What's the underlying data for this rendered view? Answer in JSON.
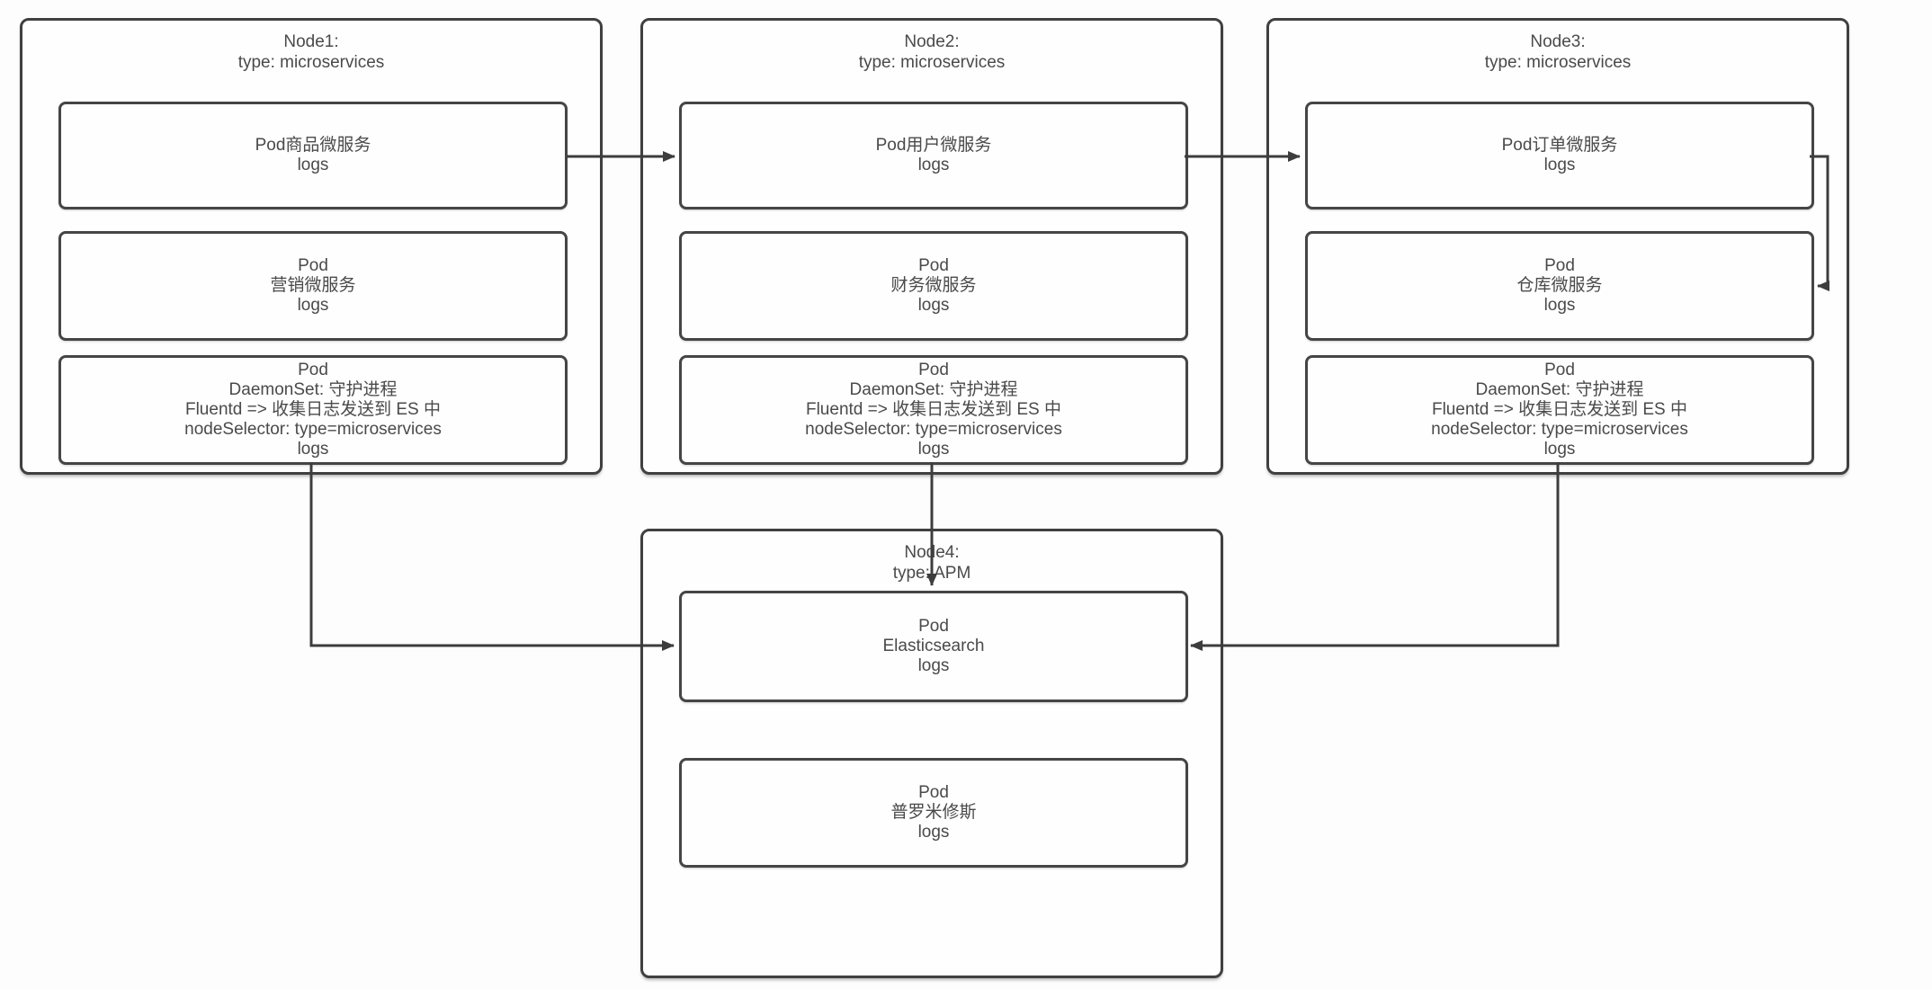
{
  "colors": {
    "line": "#3d3d3d",
    "box_border": "#404040",
    "text": "#4a4a4a",
    "background": "#fdfdfd"
  },
  "nodes": {
    "n1": {
      "title": "Node1:",
      "type_label": "type: microservices",
      "pods": [
        {
          "lines": [
            "Pod商品微服务",
            "logs"
          ]
        },
        {
          "lines": [
            "Pod",
            "营销微服务",
            "logs"
          ]
        },
        {
          "lines": [
            "Pod",
            "DaemonSet: 守护进程",
            "Fluentd => 收集日志发送到 ES 中",
            "nodeSelector: type=microservices",
            "logs"
          ]
        }
      ]
    },
    "n2": {
      "title": "Node2:",
      "type_label": "type: microservices",
      "pods": [
        {
          "lines": [
            "Pod用户微服务",
            "logs"
          ]
        },
        {
          "lines": [
            "Pod",
            "财务微服务",
            "logs"
          ]
        },
        {
          "lines": [
            "Pod",
            "DaemonSet: 守护进程",
            "Fluentd => 收集日志发送到 ES 中",
            "nodeSelector: type=microservices",
            "logs"
          ]
        }
      ]
    },
    "n3": {
      "title": "Node3:",
      "type_label": "type: microservices",
      "pods": [
        {
          "lines": [
            "Pod订单微服务",
            "logs"
          ]
        },
        {
          "lines": [
            "Pod",
            "仓库微服务",
            "logs"
          ]
        },
        {
          "lines": [
            "Pod",
            "DaemonSet: 守护进程",
            "Fluentd => 收集日志发送到 ES 中",
            "nodeSelector: type=microservices",
            "logs"
          ]
        }
      ]
    },
    "n4": {
      "title": "Node4:",
      "type_label": "type: APM",
      "pods": [
        {
          "lines": [
            "Pod",
            "Elasticsearch",
            "logs"
          ]
        },
        {
          "lines": [
            "Pod",
            "普罗米修斯",
            "logs"
          ]
        }
      ]
    }
  },
  "edges": [
    {
      "from": "node1-pod-product",
      "to": "node2-pod-user"
    },
    {
      "from": "node2-pod-user",
      "to": "node3-pod-order"
    },
    {
      "from": "node3-pod-order",
      "to": "node3-pod-warehouse"
    },
    {
      "from": "node1-pod-daemonset",
      "to": "node4-pod-elasticsearch"
    },
    {
      "from": "node2-pod-daemonset",
      "to": "node4-pod-elasticsearch"
    },
    {
      "from": "node3-pod-daemonset",
      "to": "node4-pod-elasticsearch"
    }
  ]
}
